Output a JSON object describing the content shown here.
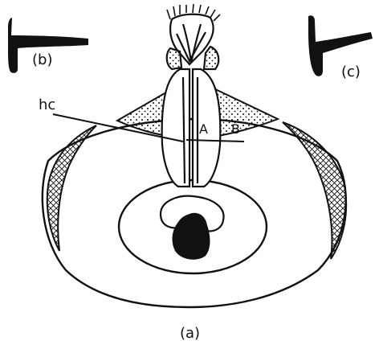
{
  "figure": {
    "labels": {
      "main": "(a)",
      "inset_b": "(b)",
      "inset_c": "(c)",
      "hc": "hc",
      "A": "A",
      "B": "B"
    },
    "colors": {
      "ink": "#111111",
      "background": "#ffffff"
    }
  }
}
